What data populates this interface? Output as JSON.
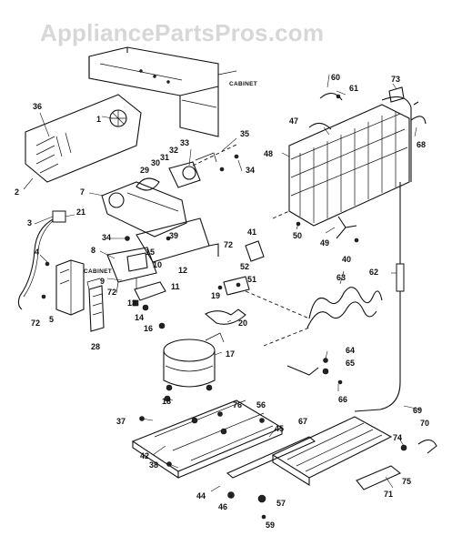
{
  "watermark": "AppliancePartsPros.com",
  "cabinet_labels": [
    "CABINET",
    "CABINET"
  ],
  "part_numbers": [
    "36",
    "1",
    "2",
    "3",
    "21",
    "4",
    "72",
    "5",
    "28",
    "7",
    "29",
    "30",
    "31",
    "32",
    "33",
    "35",
    "34",
    "34",
    "8",
    "15",
    "10",
    "12",
    "9",
    "11",
    "13",
    "14",
    "16",
    "39",
    "72",
    "41",
    "52",
    "51",
    "19",
    "20",
    "17",
    "18",
    "76",
    "37",
    "42",
    "38",
    "44",
    "46",
    "56",
    "45",
    "67",
    "57",
    "59",
    "60",
    "61",
    "47",
    "48",
    "73",
    "68",
    "50",
    "49",
    "40",
    "63",
    "62",
    "64",
    "65",
    "66",
    "69",
    "70",
    "74",
    "75",
    "71",
    "72"
  ]
}
